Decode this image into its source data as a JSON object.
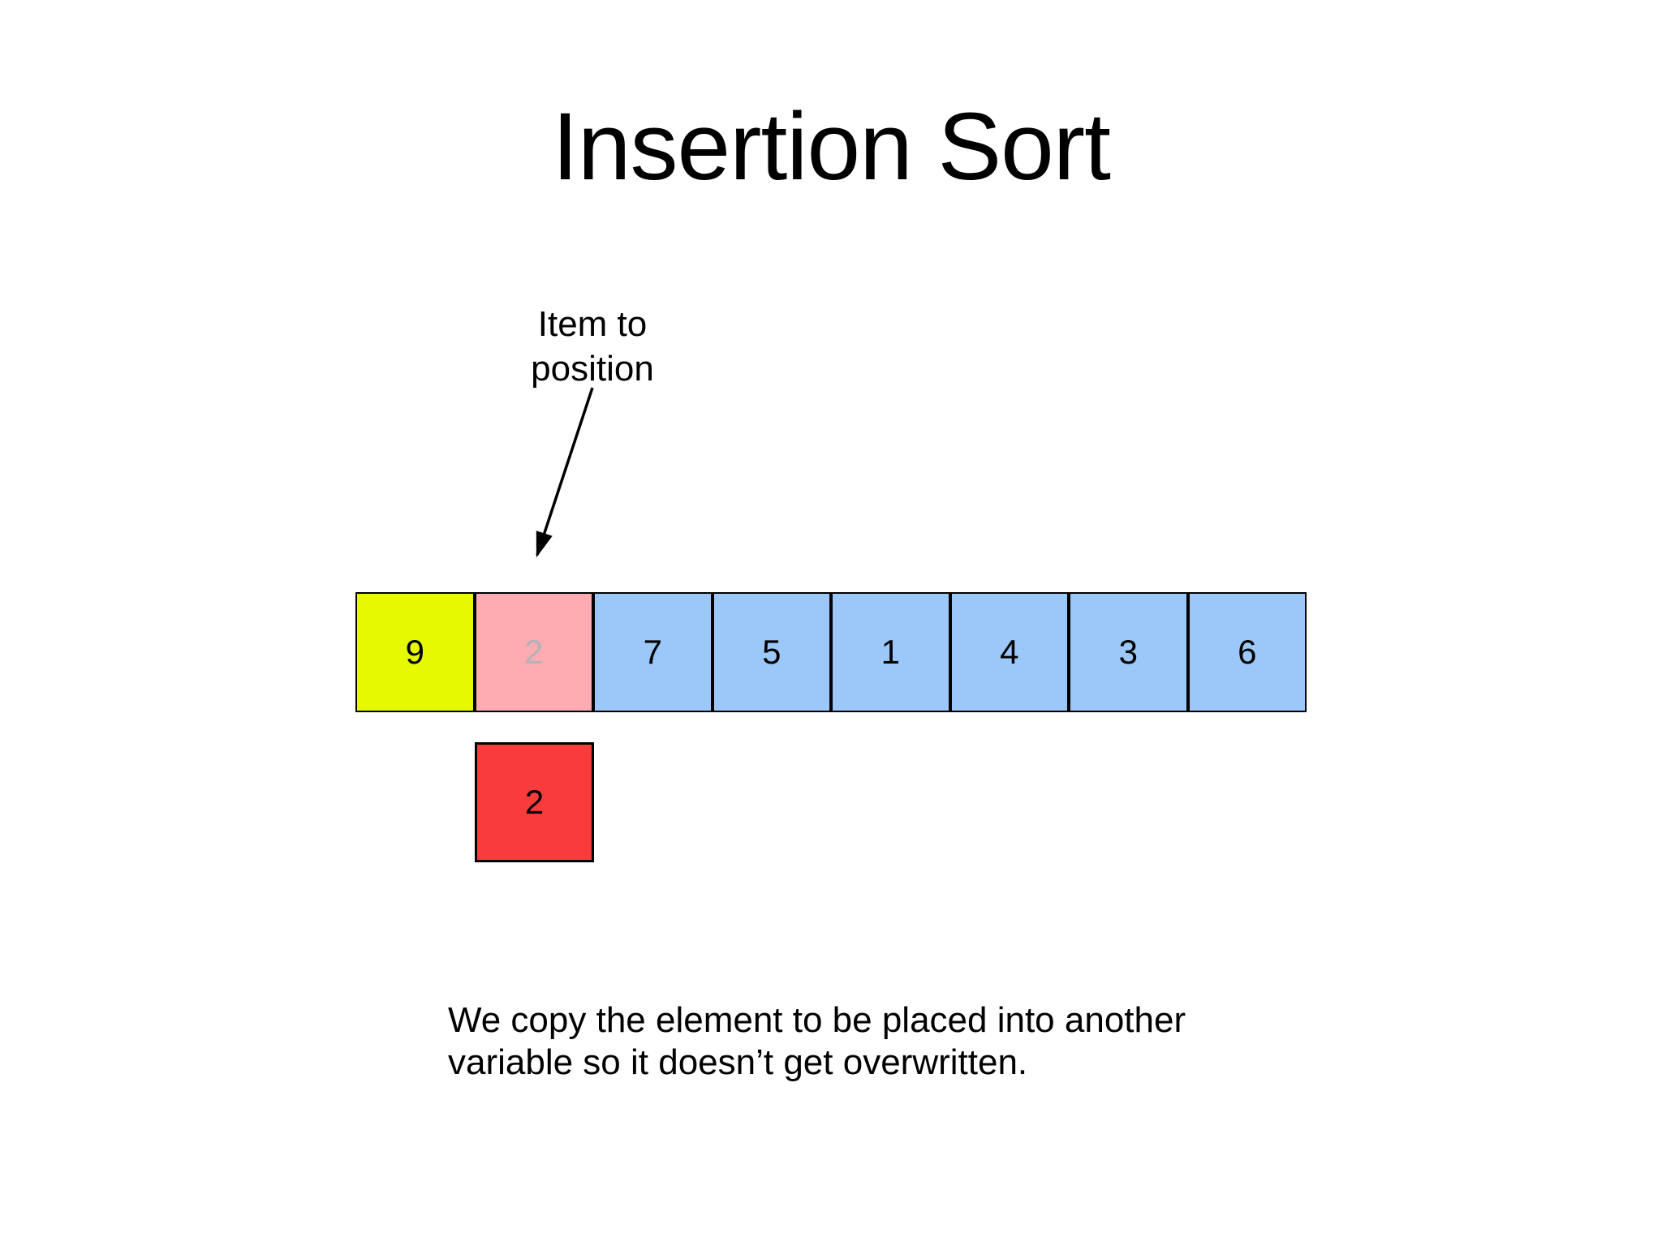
{
  "slide": {
    "title": "Insertion Sort",
    "callout": {
      "label": "Item to\nposition",
      "target_cell_index": 1
    },
    "array": {
      "cells": [
        {
          "value": "9",
          "state": "sorted"
        },
        {
          "value": "2",
          "state": "lifted-faded"
        },
        {
          "value": "7",
          "state": "unsorted"
        },
        {
          "value": "5",
          "state": "unsorted"
        },
        {
          "value": "1",
          "state": "unsorted"
        },
        {
          "value": "4",
          "state": "unsorted"
        },
        {
          "value": "3",
          "state": "unsorted"
        },
        {
          "value": "6",
          "state": "unsorted"
        }
      ]
    },
    "copied_item": {
      "value": "2"
    },
    "caption": "We copy the element to be placed into another\nvariable so it doesn’t get overwritten.",
    "colors": {
      "sorted_cell": "#e6f900",
      "lifted_cell": "#ffabb2",
      "lifted_text": "#b0b4b8",
      "unsorted_cell": "#9bc8f8",
      "copy_cell": "#f83c3c",
      "border": "#000000",
      "text": "#000000"
    }
  }
}
